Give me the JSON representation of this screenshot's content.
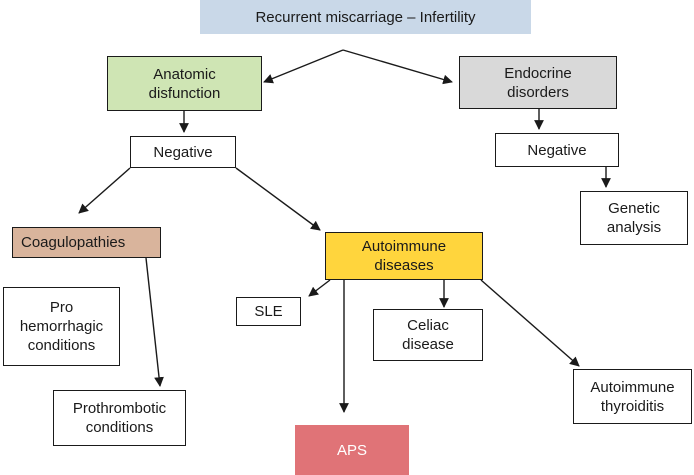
{
  "colors": {
    "root_fill": "#c9d8e8",
    "anatomic_fill": "#cfe5b4",
    "endocrine_fill": "#d9d9d9",
    "coagulo_fill": "#d9b49c",
    "autoimmune_fill": "#ffd53d",
    "aps_fill": "#e07377",
    "aps_text": "#ffffff"
  },
  "nodes": {
    "root": {
      "lines": [
        "Recurrent miscarriage – Infertility"
      ]
    },
    "anatomic": {
      "lines": [
        "Anatomic",
        "disfunction"
      ]
    },
    "endocrine": {
      "lines": [
        "Endocrine",
        "disorders"
      ]
    },
    "negative_left": {
      "lines": [
        "Negative"
      ]
    },
    "negative_right": {
      "lines": [
        "Negative"
      ]
    },
    "genetic": {
      "lines": [
        "Genetic",
        "analysis"
      ]
    },
    "coagulopathies": {
      "lines": [
        "Coagulopathies"
      ]
    },
    "autoimmune": {
      "lines": [
        "Autoimmune",
        "diseases"
      ]
    },
    "prohemorrhagic": {
      "lines": [
        "Pro",
        "hemorrhagic",
        "conditions"
      ]
    },
    "prothrombotic": {
      "lines": [
        "Prothrombotic",
        "conditions"
      ]
    },
    "sle": {
      "lines": [
        "SLE"
      ]
    },
    "celiac": {
      "lines": [
        "Celiac",
        "disease"
      ]
    },
    "thyroiditis": {
      "lines": [
        "Autoimmune",
        "thyroiditis"
      ]
    },
    "aps": {
      "lines": [
        "APS"
      ]
    }
  },
  "edges": [
    {
      "from": "root",
      "to": "anatomic"
    },
    {
      "from": "root",
      "to": "endocrine"
    },
    {
      "from": "anatomic",
      "to": "negative_left"
    },
    {
      "from": "endocrine",
      "to": "negative_right"
    },
    {
      "from": "negative_right",
      "to": "genetic"
    },
    {
      "from": "negative_left",
      "to": "coagulopathies"
    },
    {
      "from": "negative_left",
      "to": "autoimmune"
    },
    {
      "from": "coagulopathies",
      "to": "prothrombotic"
    },
    {
      "from": "autoimmune",
      "to": "sle"
    },
    {
      "from": "autoimmune",
      "to": "celiac"
    },
    {
      "from": "autoimmune",
      "to": "thyroiditis"
    },
    {
      "from": "autoimmune",
      "to": "aps"
    }
  ]
}
